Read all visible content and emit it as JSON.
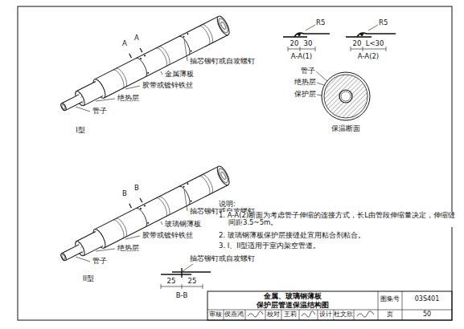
{
  "diagram": {
    "title": "金属、玻璃钢薄板 保护层管道保温结构图",
    "labels": [
      "抽芯铆钉或自攻螺钉",
      "金属薄板",
      "胶带或镀锌铁丝",
      "绝热层",
      "管子",
      "A",
      "A",
      "I型",
      "抽芯铆钉或自攻螺钉",
      "玻璃钢薄板",
      "胶带或镀锌铁丝",
      "绝热层",
      "管子",
      "B",
      "B",
      "II型",
      "抽芯铆钉或自攻螺钉",
      "25",
      "25",
      "B-B",
      "R5",
      "20",
      "30",
      "A-A(1)",
      "R5",
      "20",
      "L<30",
      "A-A(2)",
      "管子",
      "绝热层",
      "保护层",
      "保温断面",
      "说明:",
      "1. A-A(2)断面为考虑管子伸缩的连接方式，长L由管段伸缩量决定，伸缩缝间距3.5~5m。",
      "2. 玻璃钢薄板保护层接缝处宜用粘合剂粘合。",
      "3. I、II型适用于室内架空管道。",
      "图集号",
      "03S401",
      "审核",
      "侯燕鸿",
      "校对",
      "王莉",
      "设计",
      "杜文欣",
      "页",
      "50"
    ]
  }
}
